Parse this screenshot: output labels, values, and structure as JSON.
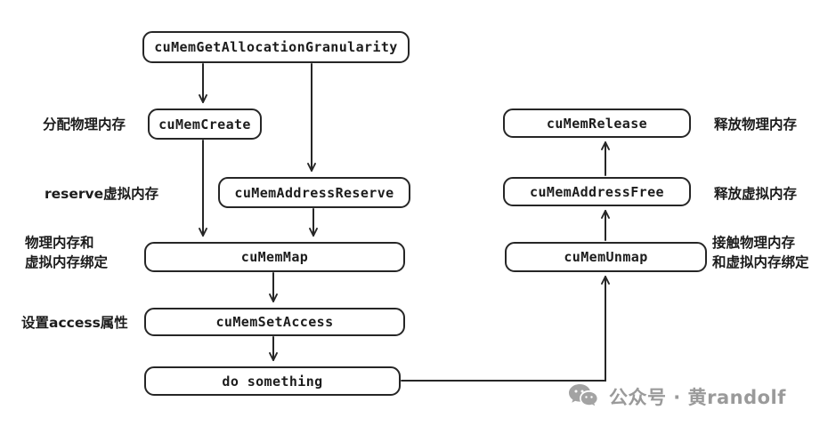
{
  "boxes": {
    "granularity": "cuMemGetAllocationGranularity",
    "create": "cuMemCreate",
    "address_reserve": "cuMemAddressReserve",
    "map": "cuMemMap",
    "set_access": "cuMemSetAccess",
    "do_something": "do something",
    "unmap": "cuMemUnmap",
    "address_free": "cuMemAddressFree",
    "release": "cuMemRelease"
  },
  "labels": {
    "create": "分配物理内存",
    "reserve": "reserve虚拟内存",
    "map_line1": "物理内存和",
    "map_line2": "虚拟内存绑定",
    "set_access": "设置access属性",
    "unmap_line1": "接触物理内存",
    "unmap_line2": "和虚拟内存绑定",
    "address_free": "释放虚拟内存",
    "release": "释放物理内存"
  },
  "watermark": {
    "text": "公众号 · 黄randolf"
  },
  "colors": {
    "stroke": "#262626",
    "watermark_gray": "#9a9a9a"
  }
}
